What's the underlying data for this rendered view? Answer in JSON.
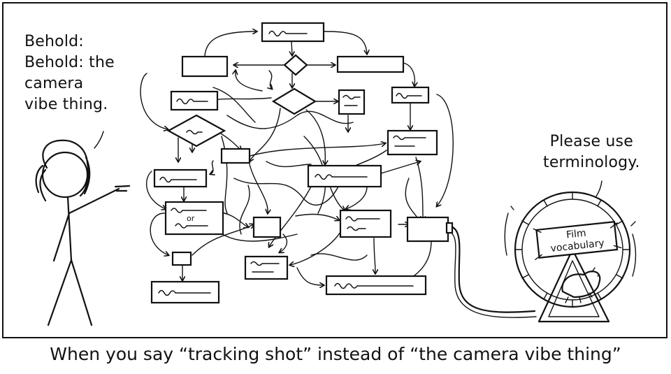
{
  "speech": {
    "left_line1": "Behold:",
    "left_line2": "Behold: the",
    "left_line3": "camera",
    "left_line4": "vibe thing.",
    "right_line1": "Please use",
    "right_line2": "terminology."
  },
  "wheel_sign": {
    "line1": "Film",
    "line2": "vocabulary"
  },
  "flowchart_box_label": "or",
  "caption": "When you say “tracking shot” instead of “the camera vibe thing”"
}
